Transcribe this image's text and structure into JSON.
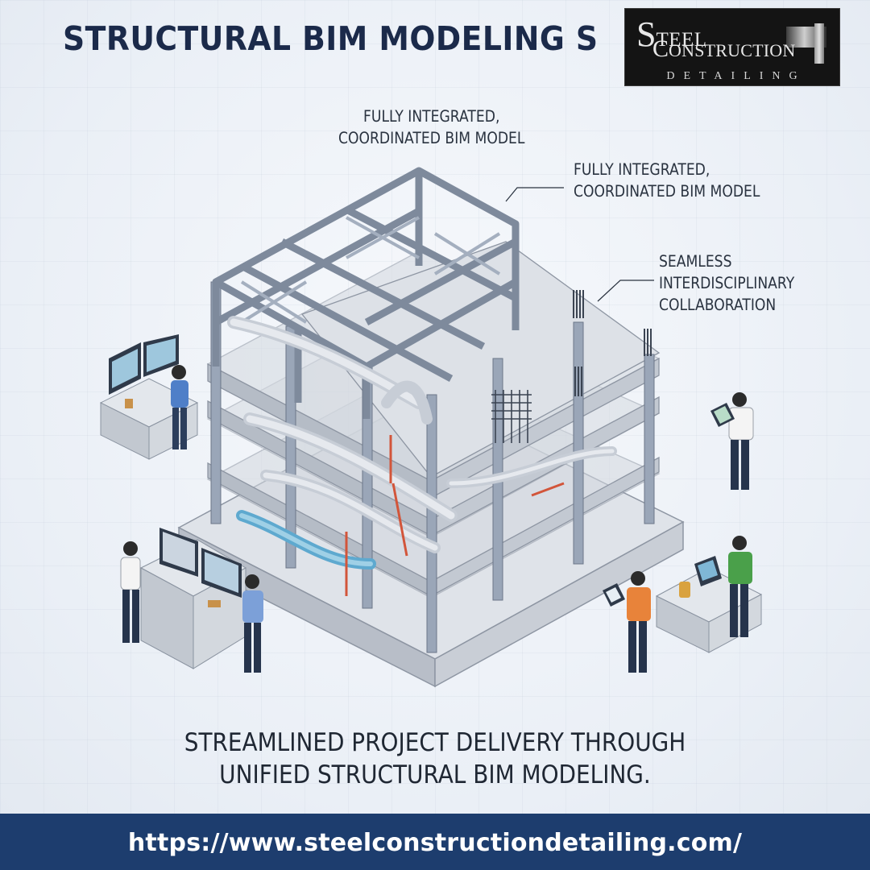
{
  "header": {
    "title": "STRUCTURAL BIM MODELING S"
  },
  "logo": {
    "line1_initial": "S",
    "line1_rest": "TEEL",
    "line2_initial": "C",
    "line2_rest": "ONSTRUCTION",
    "line3": "DETAILING"
  },
  "callouts": [
    {
      "lines": [
        "FULLY INTEGRATED,",
        "COORDINATED BIM MODEL"
      ]
    },
    {
      "lines": [
        "FULLY INTEGRATED,",
        "COORDINATED BIM MODEL"
      ]
    },
    {
      "lines": [
        "SEAMLESS",
        "INTERDISCIPLINARY",
        "COLLABORATION"
      ]
    }
  ],
  "tagline": {
    "line1": "STREAMLINED PROJECT DELIVERY THROUGH",
    "line2": "UNIFIED STRUCTURAL BIM MODELING."
  },
  "footer": {
    "url": "https://www.steelconstructiondetailing.com/"
  },
  "colors": {
    "title": "#1b2a4a",
    "footer_bg": "#1d3d6e",
    "steel": "#8e9bb0",
    "concrete": "#cfd4db",
    "pipe_accent": "#4aa0c8",
    "rebar_red": "#d2553a"
  }
}
